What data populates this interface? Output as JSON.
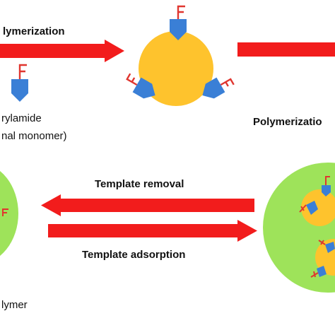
{
  "labels": {
    "top_left_step": "lymerization",
    "top_right_step": "Polymerizatio",
    "monomer_line1": "rylamide",
    "monomer_line2": "nal monomer)",
    "template_removal": "Template removal",
    "template_adsorption": "Template adsorption",
    "bottom_left_product": "lymer",
    "monomer_letter": "F"
  },
  "colors": {
    "arrow": "#f21c1c",
    "template_protein": "#fec32d",
    "polymer_matrix": "#9ee35a",
    "monomer_block": "#3a7fd6",
    "monomer_tail": "#e0362f"
  }
}
